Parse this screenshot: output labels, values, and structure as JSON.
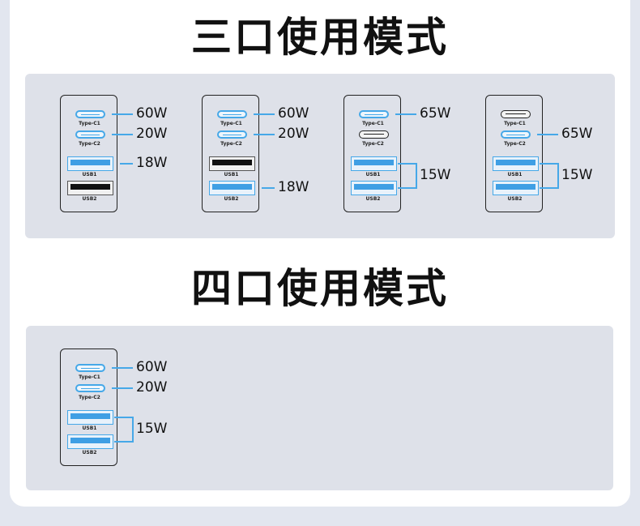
{
  "sections": [
    {
      "title": "三口使用模式",
      "devices": [
        {
          "ports": [
            {
              "label": "Type-C1",
              "on": true
            },
            {
              "label": "Type-C2",
              "on": true
            },
            {
              "label": "USB1",
              "on": true
            },
            {
              "label": "USB2",
              "on": false
            }
          ],
          "outputs": [
            {
              "watt": "60W",
              "ports": [
                0
              ]
            },
            {
              "watt": "20W",
              "ports": [
                1
              ]
            },
            {
              "watt": "18W",
              "ports": [
                2
              ]
            }
          ]
        },
        {
          "ports": [
            {
              "label": "Type-C1",
              "on": true
            },
            {
              "label": "Type-C2",
              "on": true
            },
            {
              "label": "USB1",
              "on": false
            },
            {
              "label": "USB2",
              "on": true
            }
          ],
          "outputs": [
            {
              "watt": "60W",
              "ports": [
                0
              ]
            },
            {
              "watt": "20W",
              "ports": [
                1
              ]
            },
            {
              "watt": "18W",
              "ports": [
                3
              ]
            }
          ]
        },
        {
          "ports": [
            {
              "label": "Type-C1",
              "on": true
            },
            {
              "label": "Type-C2",
              "on": false
            },
            {
              "label": "USB1",
              "on": true
            },
            {
              "label": "USB2",
              "on": true
            }
          ],
          "outputs": [
            {
              "watt": "65W",
              "ports": [
                0
              ]
            },
            {
              "watt": "15W",
              "ports": [
                2,
                3
              ]
            }
          ]
        },
        {
          "ports": [
            {
              "label": "Type-C1",
              "on": false
            },
            {
              "label": "Type-C2",
              "on": true
            },
            {
              "label": "USB1",
              "on": true
            },
            {
              "label": "USB2",
              "on": true
            }
          ],
          "outputs": [
            {
              "watt": "65W",
              "ports": [
                1
              ]
            },
            {
              "watt": "15W",
              "ports": [
                2,
                3
              ]
            }
          ]
        }
      ]
    },
    {
      "title": "四口使用模式",
      "devices": [
        {
          "ports": [
            {
              "label": "Type-C1",
              "on": true
            },
            {
              "label": "Type-C2",
              "on": true
            },
            {
              "label": "USB1",
              "on": true
            },
            {
              "label": "USB2",
              "on": true
            }
          ],
          "outputs": [
            {
              "watt": "60W",
              "ports": [
                0
              ]
            },
            {
              "watt": "20W",
              "ports": [
                1
              ]
            },
            {
              "watt": "15W",
              "ports": [
                2,
                3
              ]
            }
          ]
        }
      ]
    }
  ]
}
